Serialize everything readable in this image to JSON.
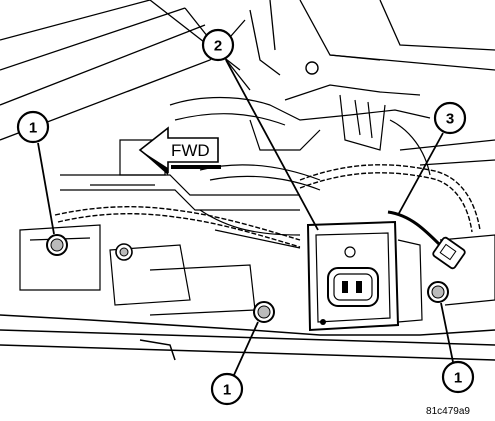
{
  "diagram": {
    "direction_label": "FWD",
    "reference_code": "81c479a9",
    "callouts": [
      {
        "id": "callout-1-top-left",
        "number": "1",
        "target": "mounting-bolt-left"
      },
      {
        "id": "callout-2",
        "number": "2",
        "target": "component-housing"
      },
      {
        "id": "callout-3",
        "number": "3",
        "target": "wire-harness-connector"
      },
      {
        "id": "callout-1-bottom-center",
        "number": "1",
        "target": "mounting-bolt-center"
      },
      {
        "id": "callout-1-bottom-right",
        "number": "1",
        "target": "mounting-bolt-right"
      }
    ]
  }
}
